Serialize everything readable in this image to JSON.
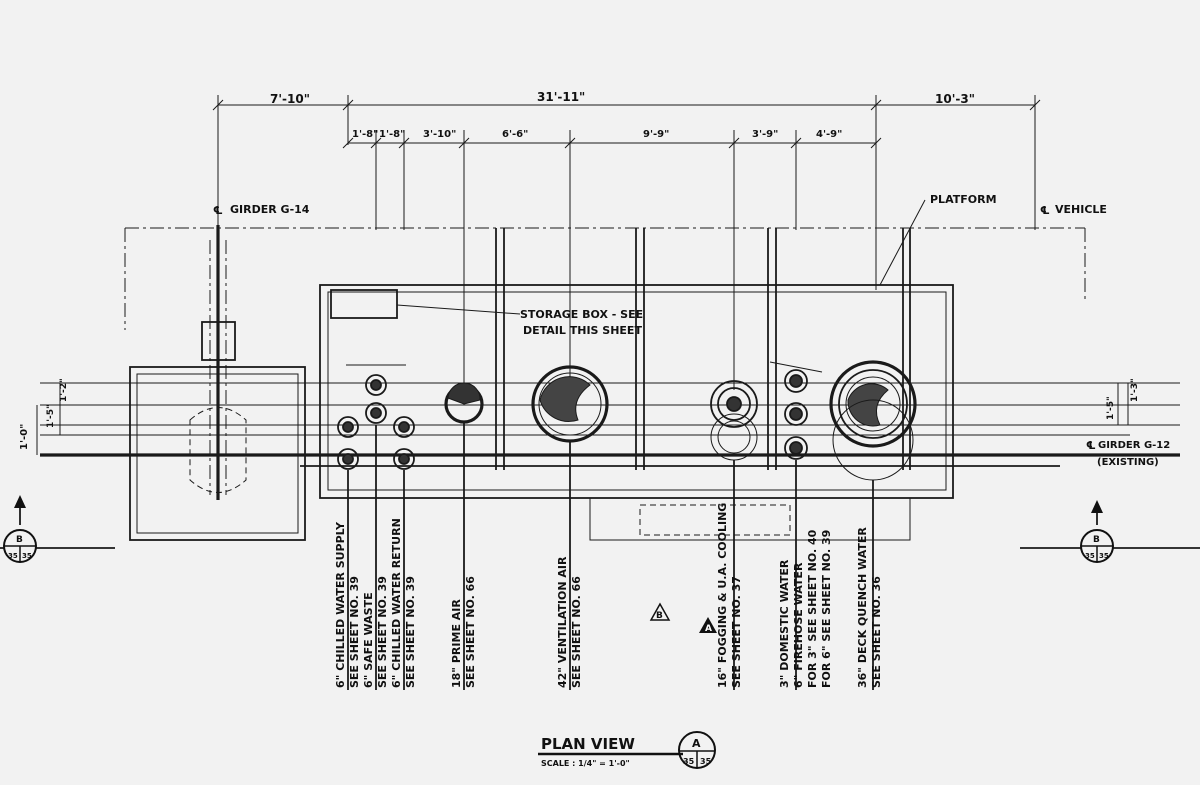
{
  "drawing": {
    "title": "PLAN VIEW",
    "scale": "SCALE : 1/4\" = 1'-0\"",
    "view_tag": {
      "letter": "A",
      "left": "35",
      "right": "35"
    },
    "section_tags": [
      {
        "letter": "B",
        "left": "35",
        "right": "35"
      },
      {
        "letter": "B",
        "left": "35",
        "right": "35"
      }
    ],
    "markers": [
      "B",
      "A"
    ]
  },
  "dimensions": {
    "overall": [
      "7'-10\"",
      "31'-11\"",
      "10'-3\""
    ],
    "spacing": [
      "1'-8\"",
      "1'-8\"",
      "3'-10\"",
      "6'-6\"",
      "9'-9\"",
      "3'-9\"",
      "4'-9\""
    ],
    "vertical": [
      "1'-0\"",
      "1'-5\"",
      "1'-2\"",
      "1'-5\"",
      "1'-3\""
    ]
  },
  "labels": {
    "girder_left": "GIRDER G-14",
    "platform": "PLATFORM",
    "vehicle": "VEHICLE",
    "girder_right": "GIRDER G-12",
    "girder_right_note": "(EXISTING)",
    "storage_box_1": "STORAGE BOX - SEE",
    "storage_box_2": "DETAIL THIS SHEET"
  },
  "pipes": [
    {
      "line1": "6\" CHILLED WATER SUPPLY",
      "line2": "SEE SHEET NO. 39"
    },
    {
      "line1": "6\" SAFE WASTE",
      "line2": "SEE SHEET NO. 39"
    },
    {
      "line1": "6\" CHILLED WATER RETURN",
      "line2": "SEE SHEET NO. 39"
    },
    {
      "line1": "18\" PRIME AIR",
      "line2": "SEE SHEET NO. 66"
    },
    {
      "line1": "42\" VENTILATION AIR",
      "line2": "SEE SHEET NO. 66"
    },
    {
      "line1": "16\" FOGGING & U.A. COOLING",
      "line2": "SEE SHEET NO. 37"
    },
    {
      "line1": "3\" DOMESTIC WATER",
      "line2": ""
    },
    {
      "line1": "6\" FIREHOSE WATER",
      "line2": "FOR 3\" SEE SHEET NO. 40",
      "line3": "FOR 6\" SEE SHEET NO. 39"
    },
    {
      "line1": "36\" DECK QUENCH WATER",
      "line2": "SEE SHEET NO. 36"
    }
  ]
}
